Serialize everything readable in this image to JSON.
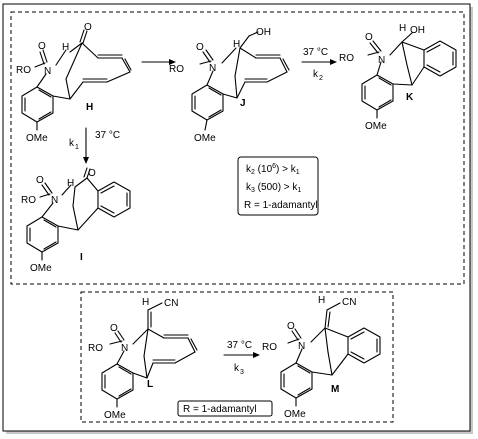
{
  "compounds": {
    "H": "H",
    "J": "J",
    "K": "K",
    "I": "I",
    "L": "L",
    "M": "M"
  },
  "atoms": {
    "ro": "RO",
    "n": "N",
    "o": "O",
    "h": "H",
    "oh": "OH",
    "ome": "OMe",
    "cn": "CN"
  },
  "conditions": {
    "temp": "37 °C",
    "k1": "k",
    "k2": "k",
    "k3": "k",
    "sub1": "1",
    "sub2": "2",
    "sub3": "3"
  },
  "rate_box": {
    "line1": "k2 (10⁶) > k1",
    "line2": "k3 (500) > k1",
    "line3": "R = 1-adamantyl"
  },
  "bottom_box": {
    "r_def": "R = 1-adamantyl"
  }
}
